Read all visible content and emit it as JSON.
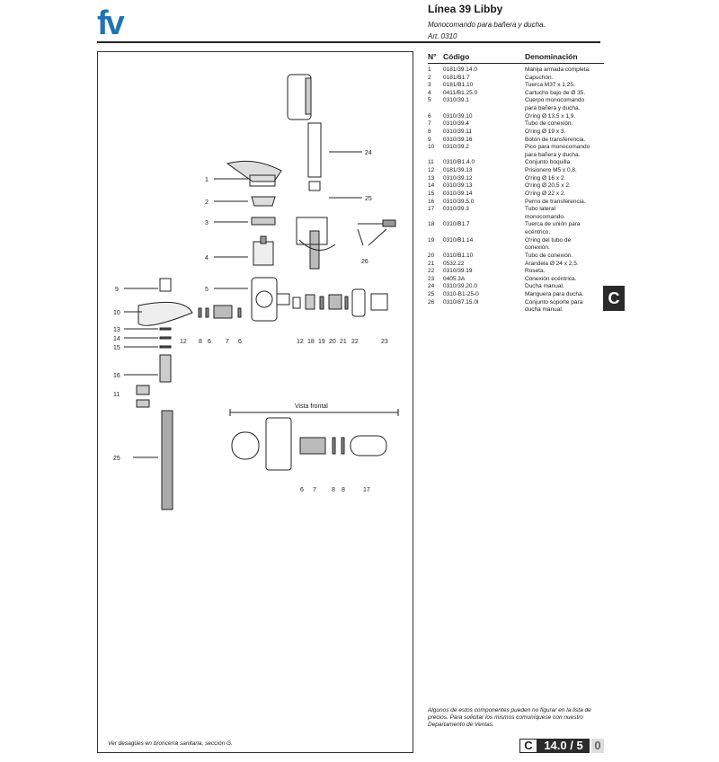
{
  "header": {
    "logo_text": "fv",
    "title": "Línea 39 Libby",
    "subtitle": "Monocomando para bañera y ducha.",
    "article": "Art. 0310"
  },
  "colors": {
    "brand": "#1e73b5",
    "dark": "#2a2a2a"
  },
  "drawing": {
    "view_label": "Vista frontal",
    "note": "Ver desagües en broncería sanitaria, sección G.",
    "callouts_left": [
      "1",
      "2",
      "3",
      "4",
      "5",
      "9",
      "10",
      "13",
      "14",
      "15",
      "16",
      "11",
      "25"
    ],
    "callouts_bottom_left": [
      "12",
      "8",
      "6",
      "7",
      "6"
    ],
    "callouts_bottom_right": [
      "12",
      "18",
      "19",
      "20",
      "21",
      "22",
      "23"
    ],
    "callouts_top_right": [
      "24",
      "25",
      "26"
    ],
    "callouts_front": [
      "6",
      "7",
      "8",
      "8",
      "17"
    ]
  },
  "parts_table": {
    "header_n": "N°",
    "header_code": "Código",
    "header_desc": "Denominación",
    "rows": [
      {
        "n": "1",
        "code": "0181/39.14.0",
        "desc": "Manija armada completa."
      },
      {
        "n": "2",
        "code": "0181/B1.7",
        "desc": "Capuchón."
      },
      {
        "n": "3",
        "code": "0181/B1.10",
        "desc": "Tuerca M37 x 1,25."
      },
      {
        "n": "4",
        "code": "0411/B1.25.0",
        "desc": "Cartucho bajo de Ø 35."
      },
      {
        "n": "5",
        "code": "0310/39.1",
        "desc": "Cuerpo monocomando"
      },
      {
        "n": "",
        "code": "",
        "desc": "para bañera y ducha."
      },
      {
        "n": "6",
        "code": "0310/39.10",
        "desc": "O'ring Ø 13,5 x 1,9."
      },
      {
        "n": "7",
        "code": "0310/39.4",
        "desc": "Tubo de conexión."
      },
      {
        "n": "8",
        "code": "0310/39.11",
        "desc": "O'ring Ø 19 x 3."
      },
      {
        "n": "9",
        "code": "0310/39.16",
        "desc": "Botón de transferencia."
      },
      {
        "n": "10",
        "code": "0310/39.2",
        "desc": "Pico para monocomando"
      },
      {
        "n": "",
        "code": "",
        "desc": "para bañera y ducha."
      },
      {
        "n": "11",
        "code": "0310/B1.4.0",
        "desc": "Conjunto boquilla."
      },
      {
        "n": "12",
        "code": "0181/39.13",
        "desc": "Prisionero M5 x 0,8."
      },
      {
        "n": "13",
        "code": "0310/39.12",
        "desc": "O'ring Ø 16 x 2."
      },
      {
        "n": "14",
        "code": "0310/39.13",
        "desc": "O'ring Ø 20,5 x 2."
      },
      {
        "n": "15",
        "code": "0310/39.14",
        "desc": "O'ring Ø 22 x 2."
      },
      {
        "n": "16",
        "code": "0310/39.5.0",
        "desc": "Perno de transferencia."
      },
      {
        "n": "17",
        "code": "0310/39.3",
        "desc": "Tubo lateral"
      },
      {
        "n": "",
        "code": "",
        "desc": "monocomando."
      },
      {
        "n": "18",
        "code": "0310/B1.7",
        "desc": "Tuerca de unión para"
      },
      {
        "n": "",
        "code": "",
        "desc": "ecéntrico."
      },
      {
        "n": "19",
        "code": "0310/B1.14",
        "desc": "O'ring del tubo de"
      },
      {
        "n": "",
        "code": "",
        "desc": "conexión."
      },
      {
        "n": "20",
        "code": "0310/B1.10",
        "desc": "Tubo de conexión."
      },
      {
        "n": "21",
        "code": "0532.22",
        "desc": "Arandela Ø 24 x 2,5."
      },
      {
        "n": "22",
        "code": "0310/39.19",
        "desc": "Roseta."
      },
      {
        "n": "23",
        "code": "0405.3A",
        "desc": "Conexión ecéntrica."
      },
      {
        "n": "24",
        "code": "0310/39.20.0",
        "desc": "Ducha manual."
      },
      {
        "n": "25",
        "code": "0310-B1-25-0",
        "desc": "Manguera para ducha."
      },
      {
        "n": "26",
        "code": "0310/87.15.0l",
        "desc": "Conjunto soporte para"
      },
      {
        "n": "",
        "code": "",
        "desc": "ducha manual."
      }
    ]
  },
  "section_tab": "C",
  "footnote": "Algunos de estos componentes pueden no figurar en la lista de precios. Para solicitar los mismos comuníquese con nuestro Departamento de Ventas.",
  "pager": {
    "section": "C",
    "page": "14.0 / 5",
    "suffix": "0"
  }
}
